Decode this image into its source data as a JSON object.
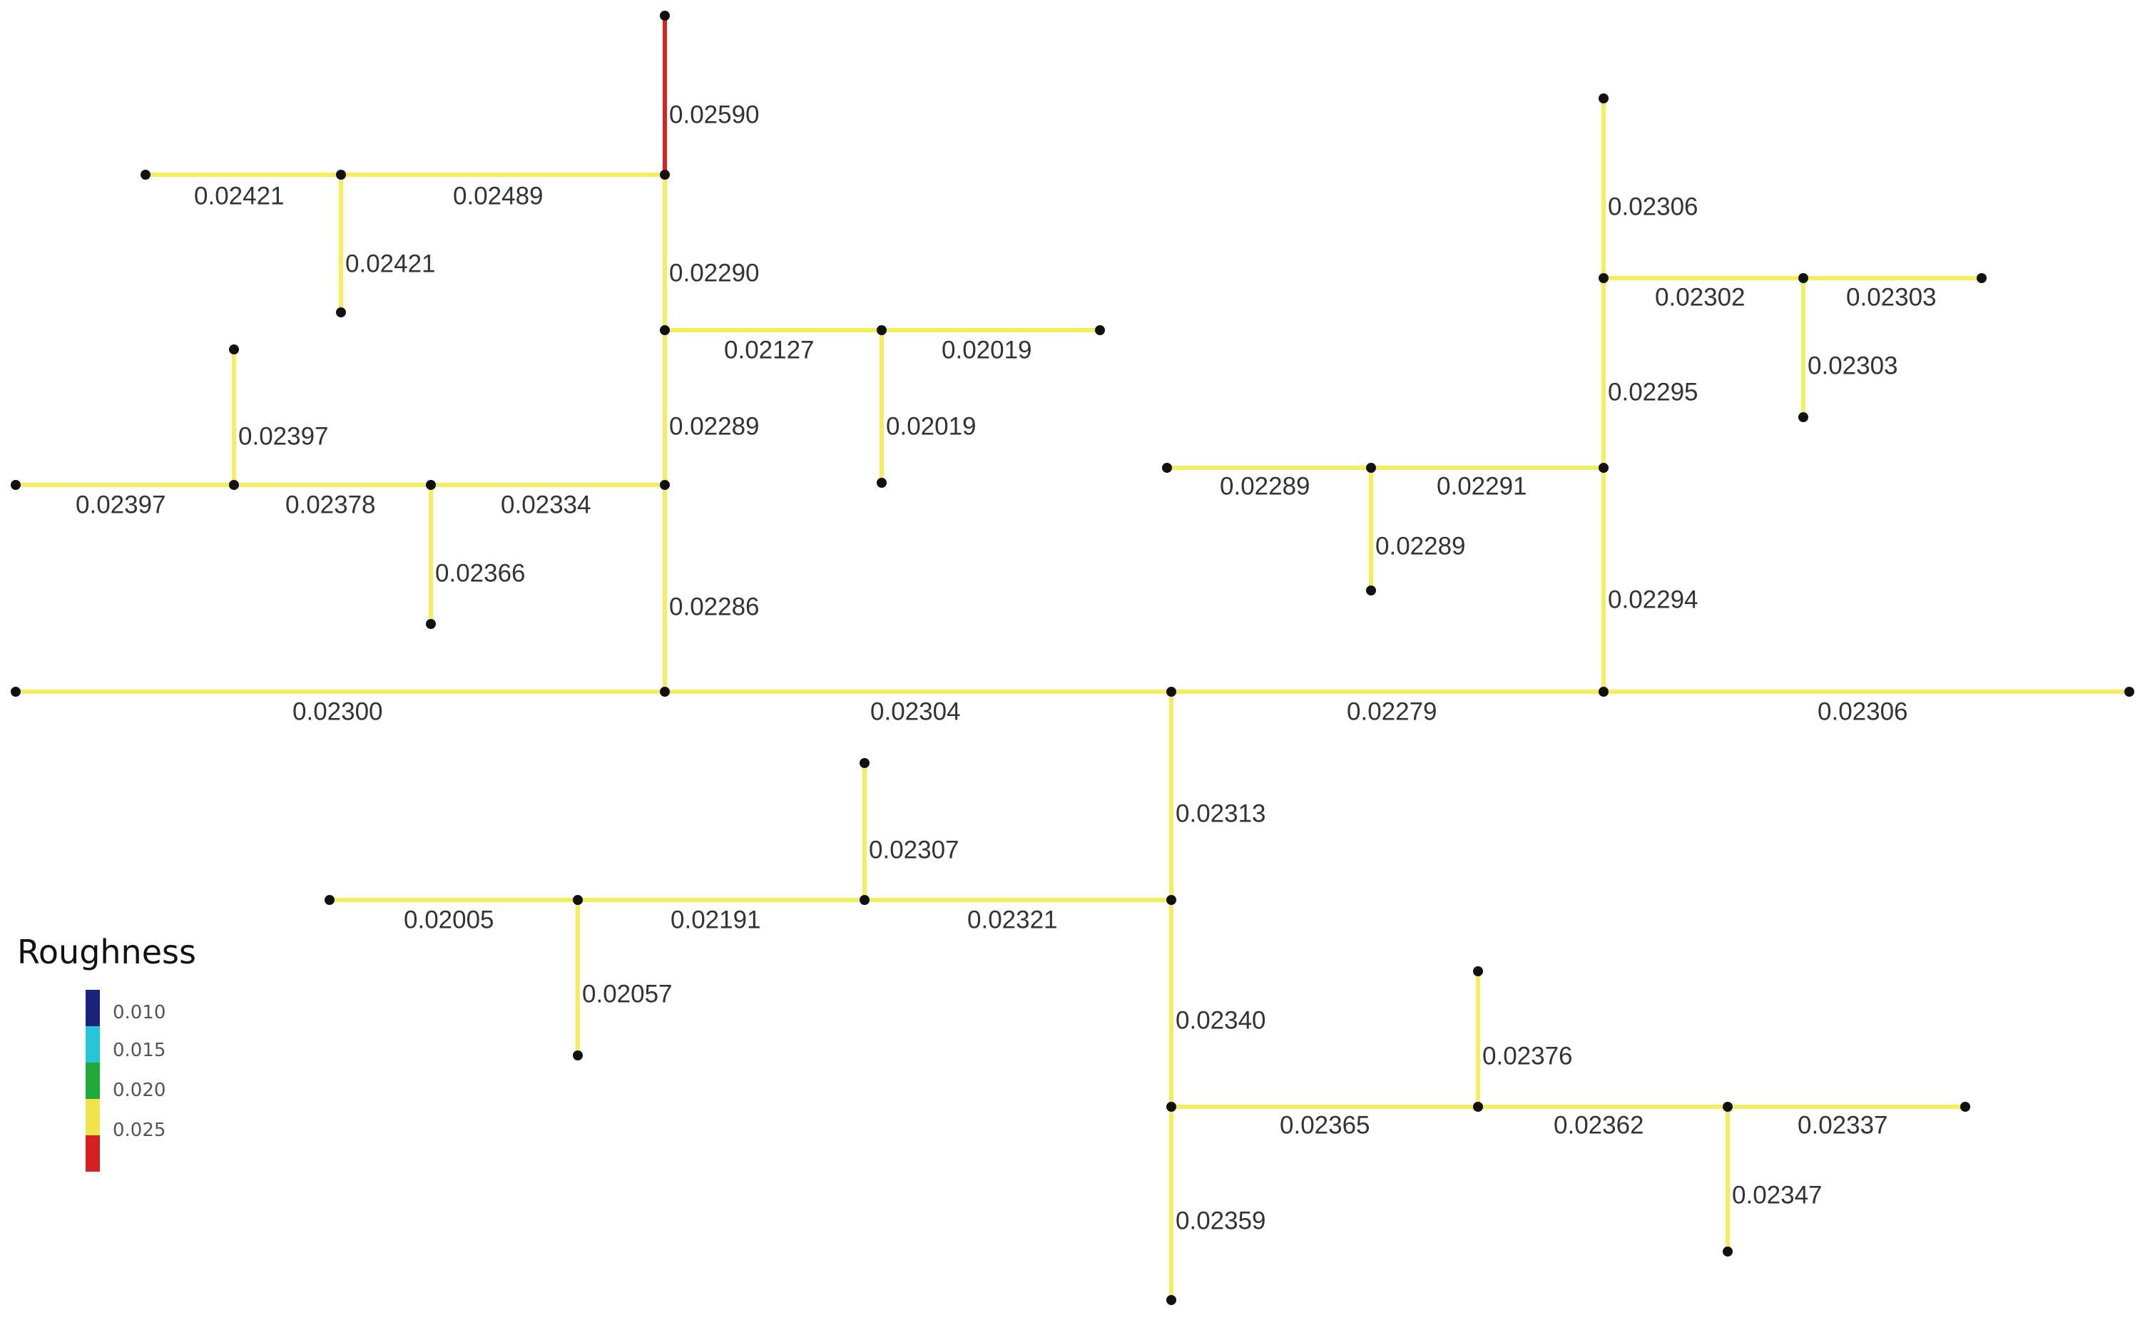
{
  "legend": {
    "title": "Roughness",
    "ticks": [
      "0.010",
      "0.015",
      "0.020",
      "0.025"
    ],
    "colors": [
      "#1a237e",
      "#26c6da",
      "#1faa3a",
      "#f0e44a",
      "#d61f1f"
    ]
  },
  "colors": {
    "pipe_normal": "#f3ef5c",
    "pipe_high": "#dd2222",
    "node": "#111111",
    "label": "#333333"
  },
  "pipes": [
    {
      "id": "p1",
      "roughness": "0.02590"
    },
    {
      "id": "p2",
      "roughness": "0.02421"
    },
    {
      "id": "p3",
      "roughness": "0.02489"
    },
    {
      "id": "p4",
      "roughness": "0.02421"
    },
    {
      "id": "p5",
      "roughness": "0.02290"
    },
    {
      "id": "p6",
      "roughness": "0.02127"
    },
    {
      "id": "p7",
      "roughness": "0.02019"
    },
    {
      "id": "p8",
      "roughness": "0.02019"
    },
    {
      "id": "p9",
      "roughness": "0.02289"
    },
    {
      "id": "p10",
      "roughness": "0.02397"
    },
    {
      "id": "p11",
      "roughness": "0.02397"
    },
    {
      "id": "p12",
      "roughness": "0.02378"
    },
    {
      "id": "p13",
      "roughness": "0.02334"
    },
    {
      "id": "p14",
      "roughness": "0.02366"
    },
    {
      "id": "p15",
      "roughness": "0.02286"
    },
    {
      "id": "p16",
      "roughness": "0.02300"
    },
    {
      "id": "p17",
      "roughness": "0.02304"
    },
    {
      "id": "p18",
      "roughness": "0.02279"
    },
    {
      "id": "p19",
      "roughness": "0.02306"
    },
    {
      "id": "p20",
      "roughness": "0.02306"
    },
    {
      "id": "p21",
      "roughness": "0.02302"
    },
    {
      "id": "p22",
      "roughness": "0.02303"
    },
    {
      "id": "p23",
      "roughness": "0.02303"
    },
    {
      "id": "p24",
      "roughness": "0.02295"
    },
    {
      "id": "p25",
      "roughness": "0.02289"
    },
    {
      "id": "p26",
      "roughness": "0.02291"
    },
    {
      "id": "p27",
      "roughness": "0.02289"
    },
    {
      "id": "p28",
      "roughness": "0.02294"
    },
    {
      "id": "p29",
      "roughness": "0.02313"
    },
    {
      "id": "p30",
      "roughness": "0.02307"
    },
    {
      "id": "p31",
      "roughness": "0.02005"
    },
    {
      "id": "p32",
      "roughness": "0.02191"
    },
    {
      "id": "p33",
      "roughness": "0.02321"
    },
    {
      "id": "p34",
      "roughness": "0.02057"
    },
    {
      "id": "p35",
      "roughness": "0.02340"
    },
    {
      "id": "p36",
      "roughness": "0.02376"
    },
    {
      "id": "p37",
      "roughness": "0.02365"
    },
    {
      "id": "p38",
      "roughness": "0.02362"
    },
    {
      "id": "p39",
      "roughness": "0.02337"
    },
    {
      "id": "p40",
      "roughness": "0.02347"
    },
    {
      "id": "p41",
      "roughness": "0.02359"
    }
  ]
}
